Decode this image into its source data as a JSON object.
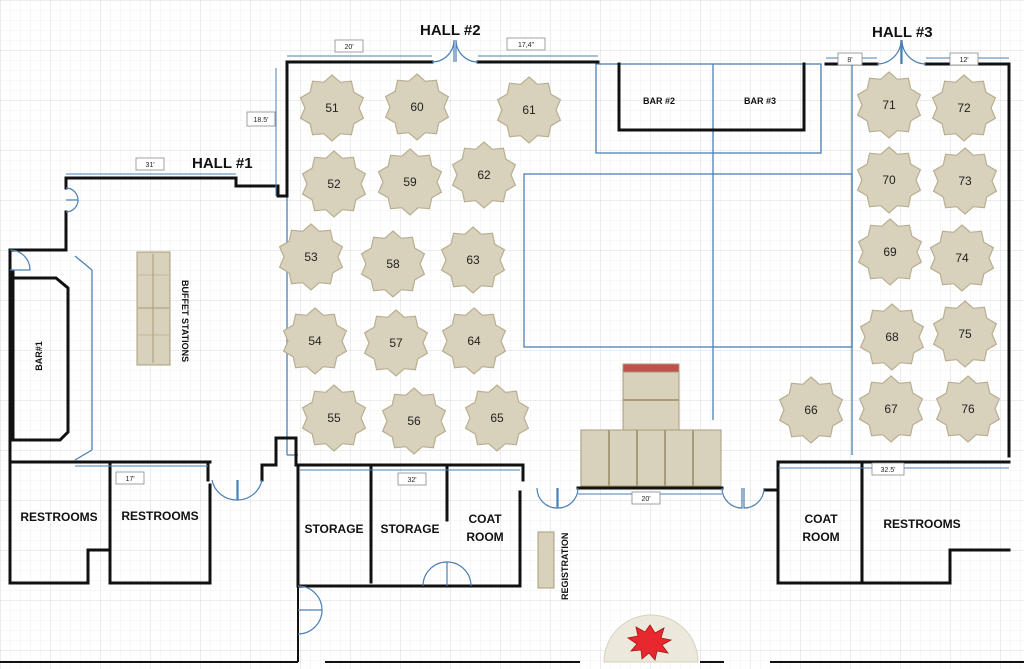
{
  "halls": {
    "hall1": "HALL #1",
    "hall2": "HALL #2",
    "hall3": "HALL #3"
  },
  "bars": {
    "bar1": "BAR#1",
    "bar2": "BAR #2",
    "bar3": "BAR #3"
  },
  "rooms": {
    "restrooms_left_a": "RESTROOMS",
    "restrooms_left_b": "RESTROOMS",
    "storage_a": "STORAGE",
    "storage_b": "STORAGE",
    "coat_room_left_1": "COAT",
    "coat_room_left_2": "ROOM",
    "coat_room_right_1": "COAT",
    "coat_room_right_2": "ROOM",
    "restrooms_right": "RESTROOMS"
  },
  "labels": {
    "buffet": "BUFFET STATIONS",
    "registration": "REGISTRATION"
  },
  "dimensions": {
    "d_31": "31'",
    "d_20_top": "20'",
    "d_185": "18.5'",
    "d_174": "17,4\"",
    "d_8": "8'",
    "d_12": "12'",
    "d_17": "17'",
    "d_32": "32'",
    "d_20_stage": "20'",
    "d_325": "32.5'"
  },
  "tables": [
    "51",
    "52",
    "53",
    "54",
    "55",
    "56",
    "57",
    "58",
    "59",
    "60",
    "61",
    "62",
    "63",
    "64",
    "65",
    "66",
    "67",
    "68",
    "69",
    "70",
    "71",
    "72",
    "73",
    "74",
    "75",
    "76"
  ],
  "colors": {
    "table_fill": "#d8d1bc",
    "dimension_blue": "#4a7fb5",
    "stage_accent": "#c0504d",
    "fire_red": "#e8282f"
  }
}
